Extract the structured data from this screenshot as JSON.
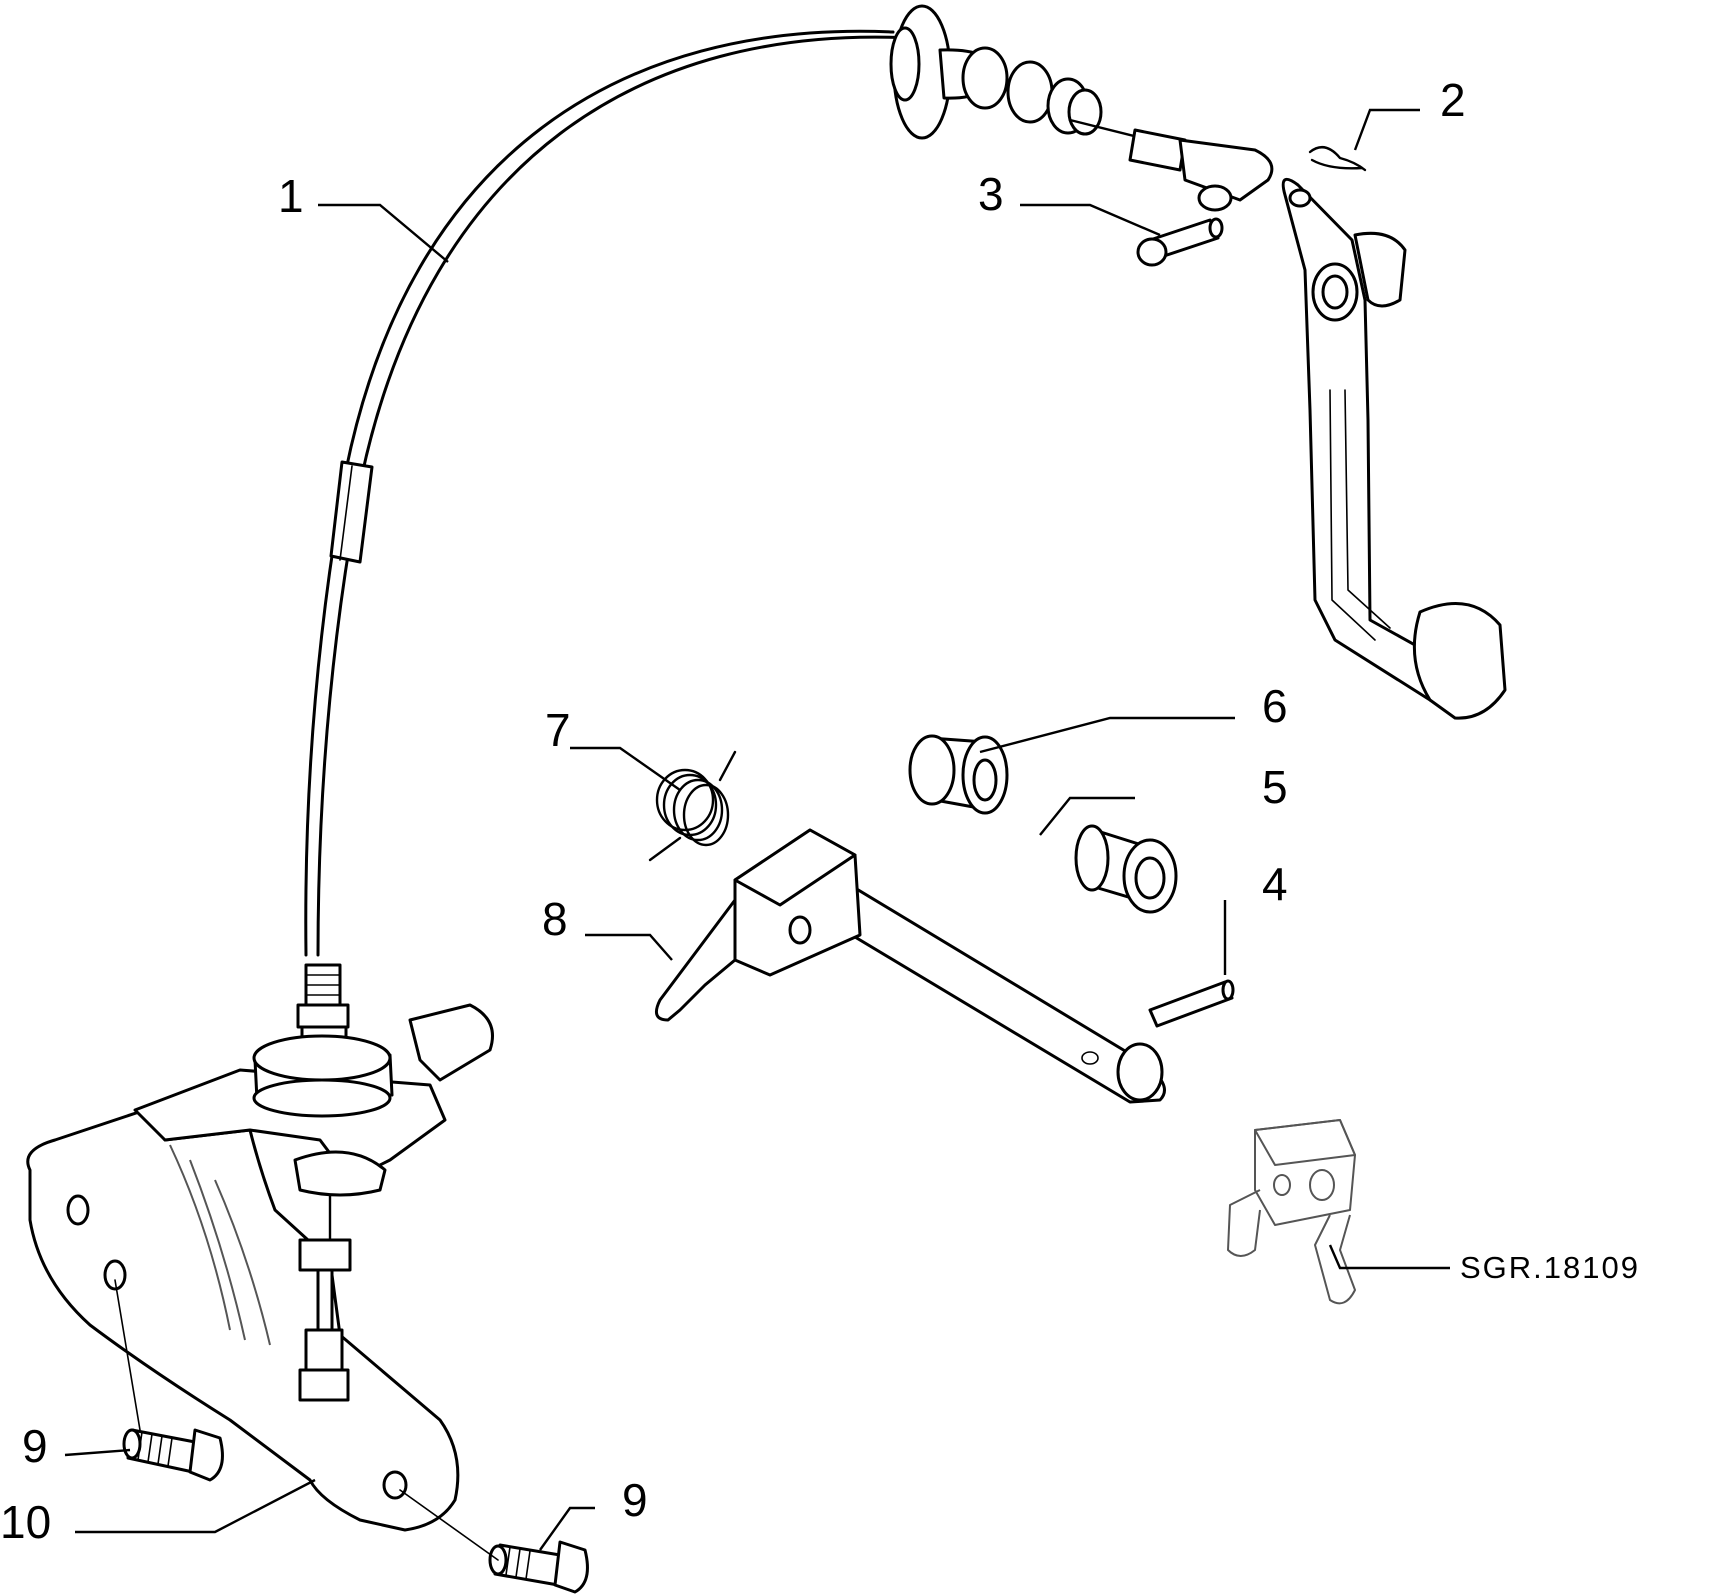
{
  "labels": {
    "cable": "1",
    "clip": "2",
    "pin": "3",
    "roll_pin": "4",
    "bush_small": "5",
    "bush_flanged": "6",
    "spring": "7",
    "lever_shaft": "8",
    "bolt_upper": "9",
    "bolt_lower": "9",
    "bracket": "10"
  },
  "drawing_ref": "SGR.18109"
}
